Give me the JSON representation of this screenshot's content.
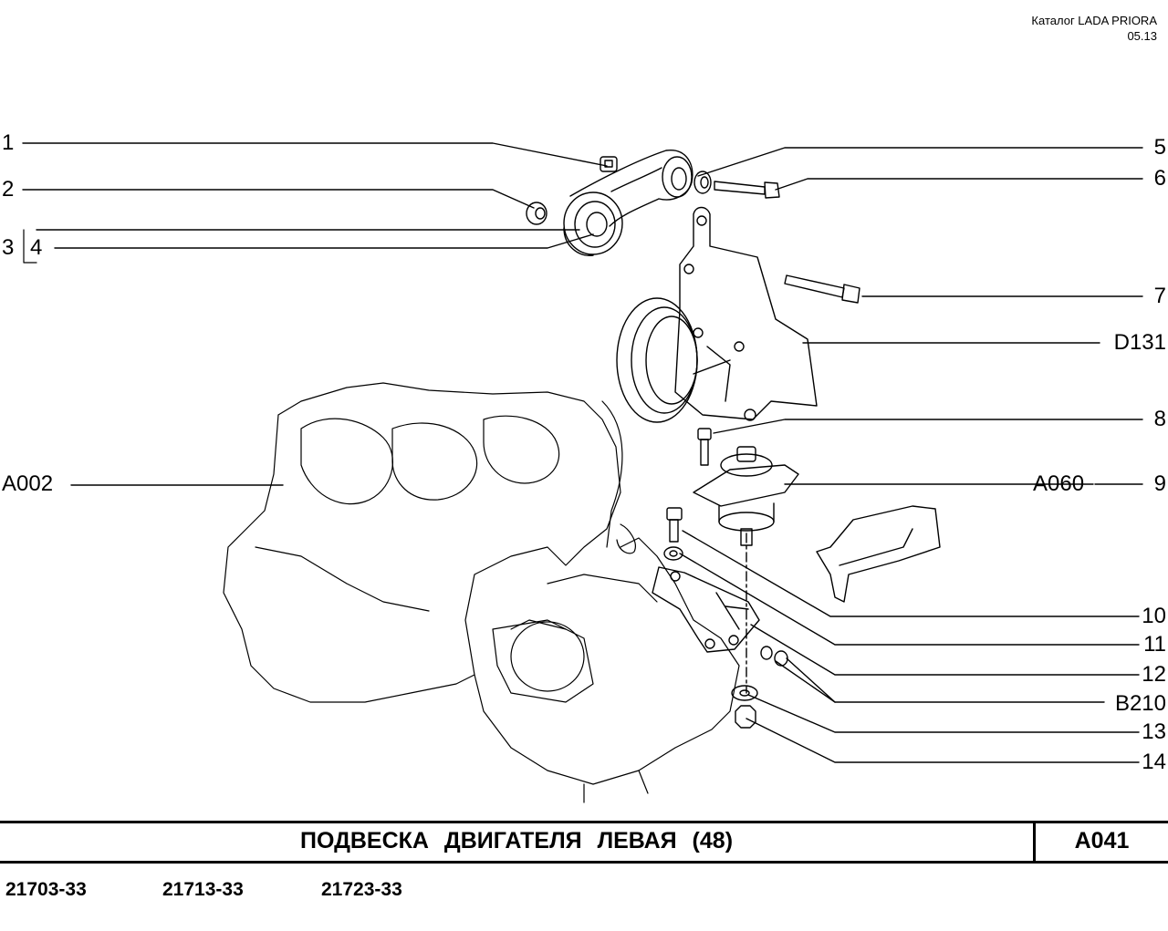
{
  "header": {
    "catalog": "Каталог  LADA  PRIORA",
    "date": "05.13"
  },
  "callouts_left": [
    {
      "id": "1",
      "text": "1"
    },
    {
      "id": "2",
      "text": "2"
    },
    {
      "id": "3",
      "text": "3"
    },
    {
      "id": "4",
      "text": "4"
    },
    {
      "id": "A002",
      "text": "A002"
    }
  ],
  "callouts_right": [
    {
      "id": "5",
      "text": "5"
    },
    {
      "id": "6",
      "text": "6"
    },
    {
      "id": "7",
      "text": "7"
    },
    {
      "id": "D131",
      "text": "D131"
    },
    {
      "id": "8",
      "text": "8"
    },
    {
      "id": "A060",
      "text": "A060"
    },
    {
      "id": "9",
      "text": "9"
    },
    {
      "id": "10",
      "text": "10"
    },
    {
      "id": "11",
      "text": "11"
    },
    {
      "id": "12",
      "text": "12"
    },
    {
      "id": "B210",
      "text": "B210"
    },
    {
      "id": "13",
      "text": "13"
    },
    {
      "id": "14",
      "text": "14"
    }
  ],
  "footer": {
    "title": "ПОДВЕСКА  ДВИГАТЕЛЯ  ЛЕВАЯ (48)",
    "code": "A041",
    "models": [
      "21703-33",
      "21713-33",
      "21723-33"
    ]
  }
}
